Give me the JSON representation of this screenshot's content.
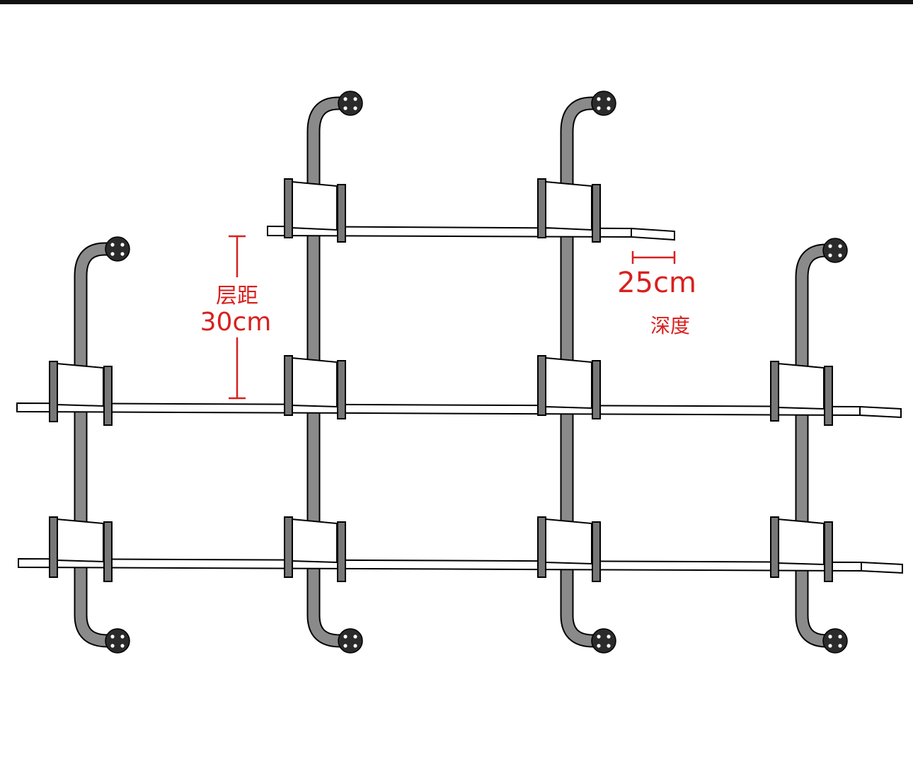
{
  "diagram": {
    "shelf_spacing": {
      "label": "层距",
      "value": "30cm"
    },
    "depth": {
      "value": "25cm",
      "label": "深度"
    }
  },
  "colors": {
    "dimension": "#d8201e",
    "pipe": "#8a8a8a",
    "line": "#1a1a1a",
    "flange": "#2b2b2b",
    "background": "#ffffff"
  }
}
